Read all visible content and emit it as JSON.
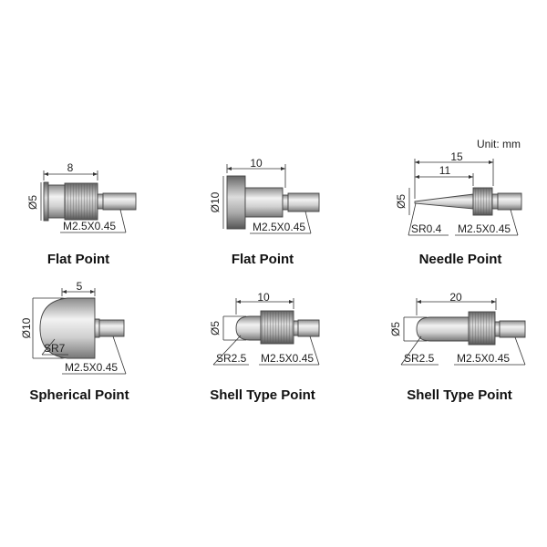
{
  "unit_label": "Unit: mm",
  "colors": {
    "metal_light": "#e2e2e2",
    "metal_mid": "#b5b5b5",
    "metal_dark": "#7a7a7a",
    "line": "#333333"
  },
  "items": [
    {
      "caption": "Flat Point",
      "length": "8",
      "diameter": "Ø5",
      "thread": "M2.5X0.45"
    },
    {
      "caption": "Flat Point",
      "length": "10",
      "diameter": "Ø10",
      "thread": "M2.5X0.45"
    },
    {
      "caption": "Needle Point",
      "length": "15",
      "length_inner": "11",
      "diameter": "Ø5",
      "radius": "SR0.4",
      "thread": "M2.5X0.45"
    },
    {
      "caption": "Spherical Point",
      "length": "5",
      "diameter": "Ø10",
      "radius": "SR7",
      "thread": "M2.5X0.45"
    },
    {
      "caption": "Shell Type Point",
      "length": "10",
      "diameter": "Ø5",
      "radius": "SR2.5",
      "thread": "M2.5X0.45"
    },
    {
      "caption": "Shell Type Point",
      "length": "20",
      "diameter": "Ø5",
      "radius": "SR2.5",
      "thread": "M2.5X0.45"
    }
  ]
}
